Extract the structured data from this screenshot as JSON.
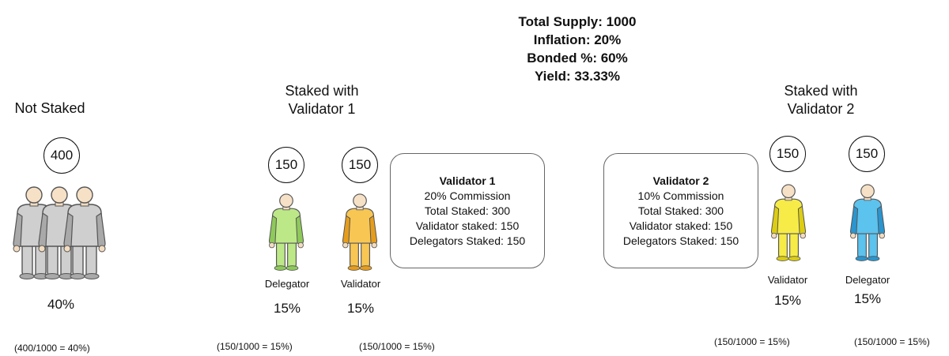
{
  "summary": {
    "total_supply": "Total Supply: 1000",
    "inflation": "Inflation: 20%",
    "bonded": "Bonded %: 60%",
    "yield": "Yield: 33.33%"
  },
  "not_staked": {
    "title": "Not Staked",
    "amount": "400",
    "percent": "40%",
    "calc": "(400/1000 = 40%)",
    "color": "#c4c4c4"
  },
  "group1": {
    "title_line1": "Staked with",
    "title_line2": "Validator 1",
    "delegator": {
      "amount": "150",
      "role": "Delegator",
      "percent": "15%",
      "calc": "(150/1000 = 15%)",
      "color": "#b6e37a"
    },
    "validator": {
      "amount": "150",
      "role": "Validator",
      "percent": "15%",
      "calc": "(150/1000 = 15%)",
      "color": "#f7c04a"
    },
    "box": {
      "name": "Validator 1",
      "commission": "20% Commission",
      "total_staked": "Total Staked: 300",
      "validator_staked": "Validator staked: 150",
      "delegators_staked": "Delegators Staked: 150"
    }
  },
  "group2": {
    "title_line1": "Staked with",
    "title_line2": "Validator 2",
    "validator": {
      "amount": "150",
      "role": "Validator",
      "percent": "15%",
      "calc": "(150/1000 = 15%)",
      "color": "#f5e83a"
    },
    "delegator": {
      "amount": "150",
      "role": "Delegator",
      "percent": "15%",
      "calc": "(150/1000 = 15%)",
      "color": "#45b8ea"
    },
    "box": {
      "name": "Validator 2",
      "commission": "10% Commission",
      "total_staked": "Total Staked: 300",
      "validator_staked": "Validator staked: 150",
      "delegators_staked": "Delegators Staked: 150"
    }
  }
}
